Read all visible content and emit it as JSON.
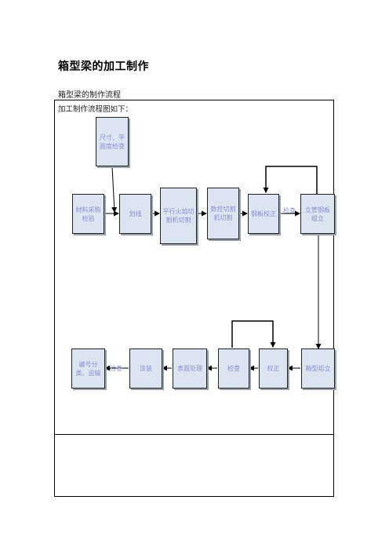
{
  "title": "箱型梁的加工制作",
  "subtitle": "箱型梁的制作流程",
  "frame_label": "加工制作流程图如下：",
  "nodes": {
    "inspection": "尺寸、平面度检查",
    "material": "材料采购检验",
    "marking": "划线",
    "parallel_cut": "平行火焰切割机切割",
    "cnc_cut": "数控切割机切割",
    "flatten": "钢板校正",
    "assemble": "立管钢板组立",
    "box_assemble": "箱型组立",
    "correct": "校正",
    "check": "检查",
    "surface": "表面处理",
    "paint": "涂装",
    "ship": "编号分类、运输"
  },
  "edge_labels": {
    "check_to_assemble": "检查",
    "paint_to_ship": "检查"
  },
  "colors": {
    "box_fill": "#dbe5f1",
    "box_text": "#8a8fd0",
    "line": "#000000"
  }
}
